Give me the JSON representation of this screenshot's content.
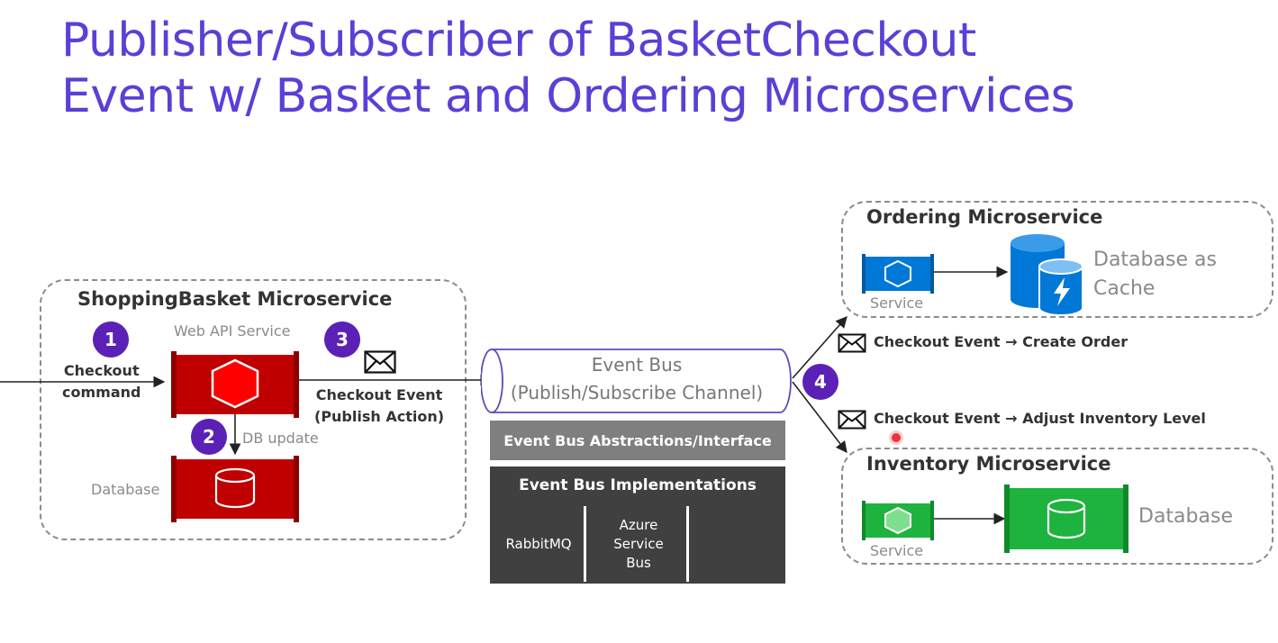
{
  "title": {
    "line1": "Publisher/Subscriber of BasketCheckout",
    "line2": "Event w/ Basket and Ordering Microservices"
  },
  "basket": {
    "title": "ShoppingBasket Microservice",
    "web_api_label": "Web API Service",
    "database_label": "Database",
    "checkout_command": [
      "Checkout",
      "command"
    ],
    "db_update": "DB update",
    "publish_event": [
      "Checkout Event",
      "(Publish Action)"
    ]
  },
  "badges": [
    "1",
    "2",
    "3",
    "4"
  ],
  "event_bus": {
    "title": "Event Bus",
    "subtitle": "(Publish/Subscribe Channel)",
    "abstractions": "Event Bus Abstractions/Interface",
    "implementations": "Event Bus Implementations",
    "impl_items": [
      "RabbitMQ",
      "Azure\nService\nBus",
      ""
    ]
  },
  "ordering": {
    "title": "Ordering Microservice",
    "service_label": "Service",
    "db_label": [
      "Database as",
      "Cache"
    ],
    "event": "Checkout Event → Create Order"
  },
  "inventory": {
    "title": "Inventory Microservice",
    "service_label": "Service",
    "db_label": "Database",
    "event": "Checkout Event → Adjust Inventory Level"
  },
  "colors": {
    "title": "#5b3fd6",
    "badge": "#5b21b6",
    "basket_red": "#c00000",
    "ordering_blue": "#0078d7",
    "inventory_green": "#1db33e",
    "bus_border": "#5b4bb7",
    "abstraction_gray": "#7f7f7f",
    "implementation_dark": "#404040"
  },
  "icons": [
    "envelope-icon",
    "hexagon-icon",
    "database-cylinder-icon",
    "lightning-icon"
  ]
}
